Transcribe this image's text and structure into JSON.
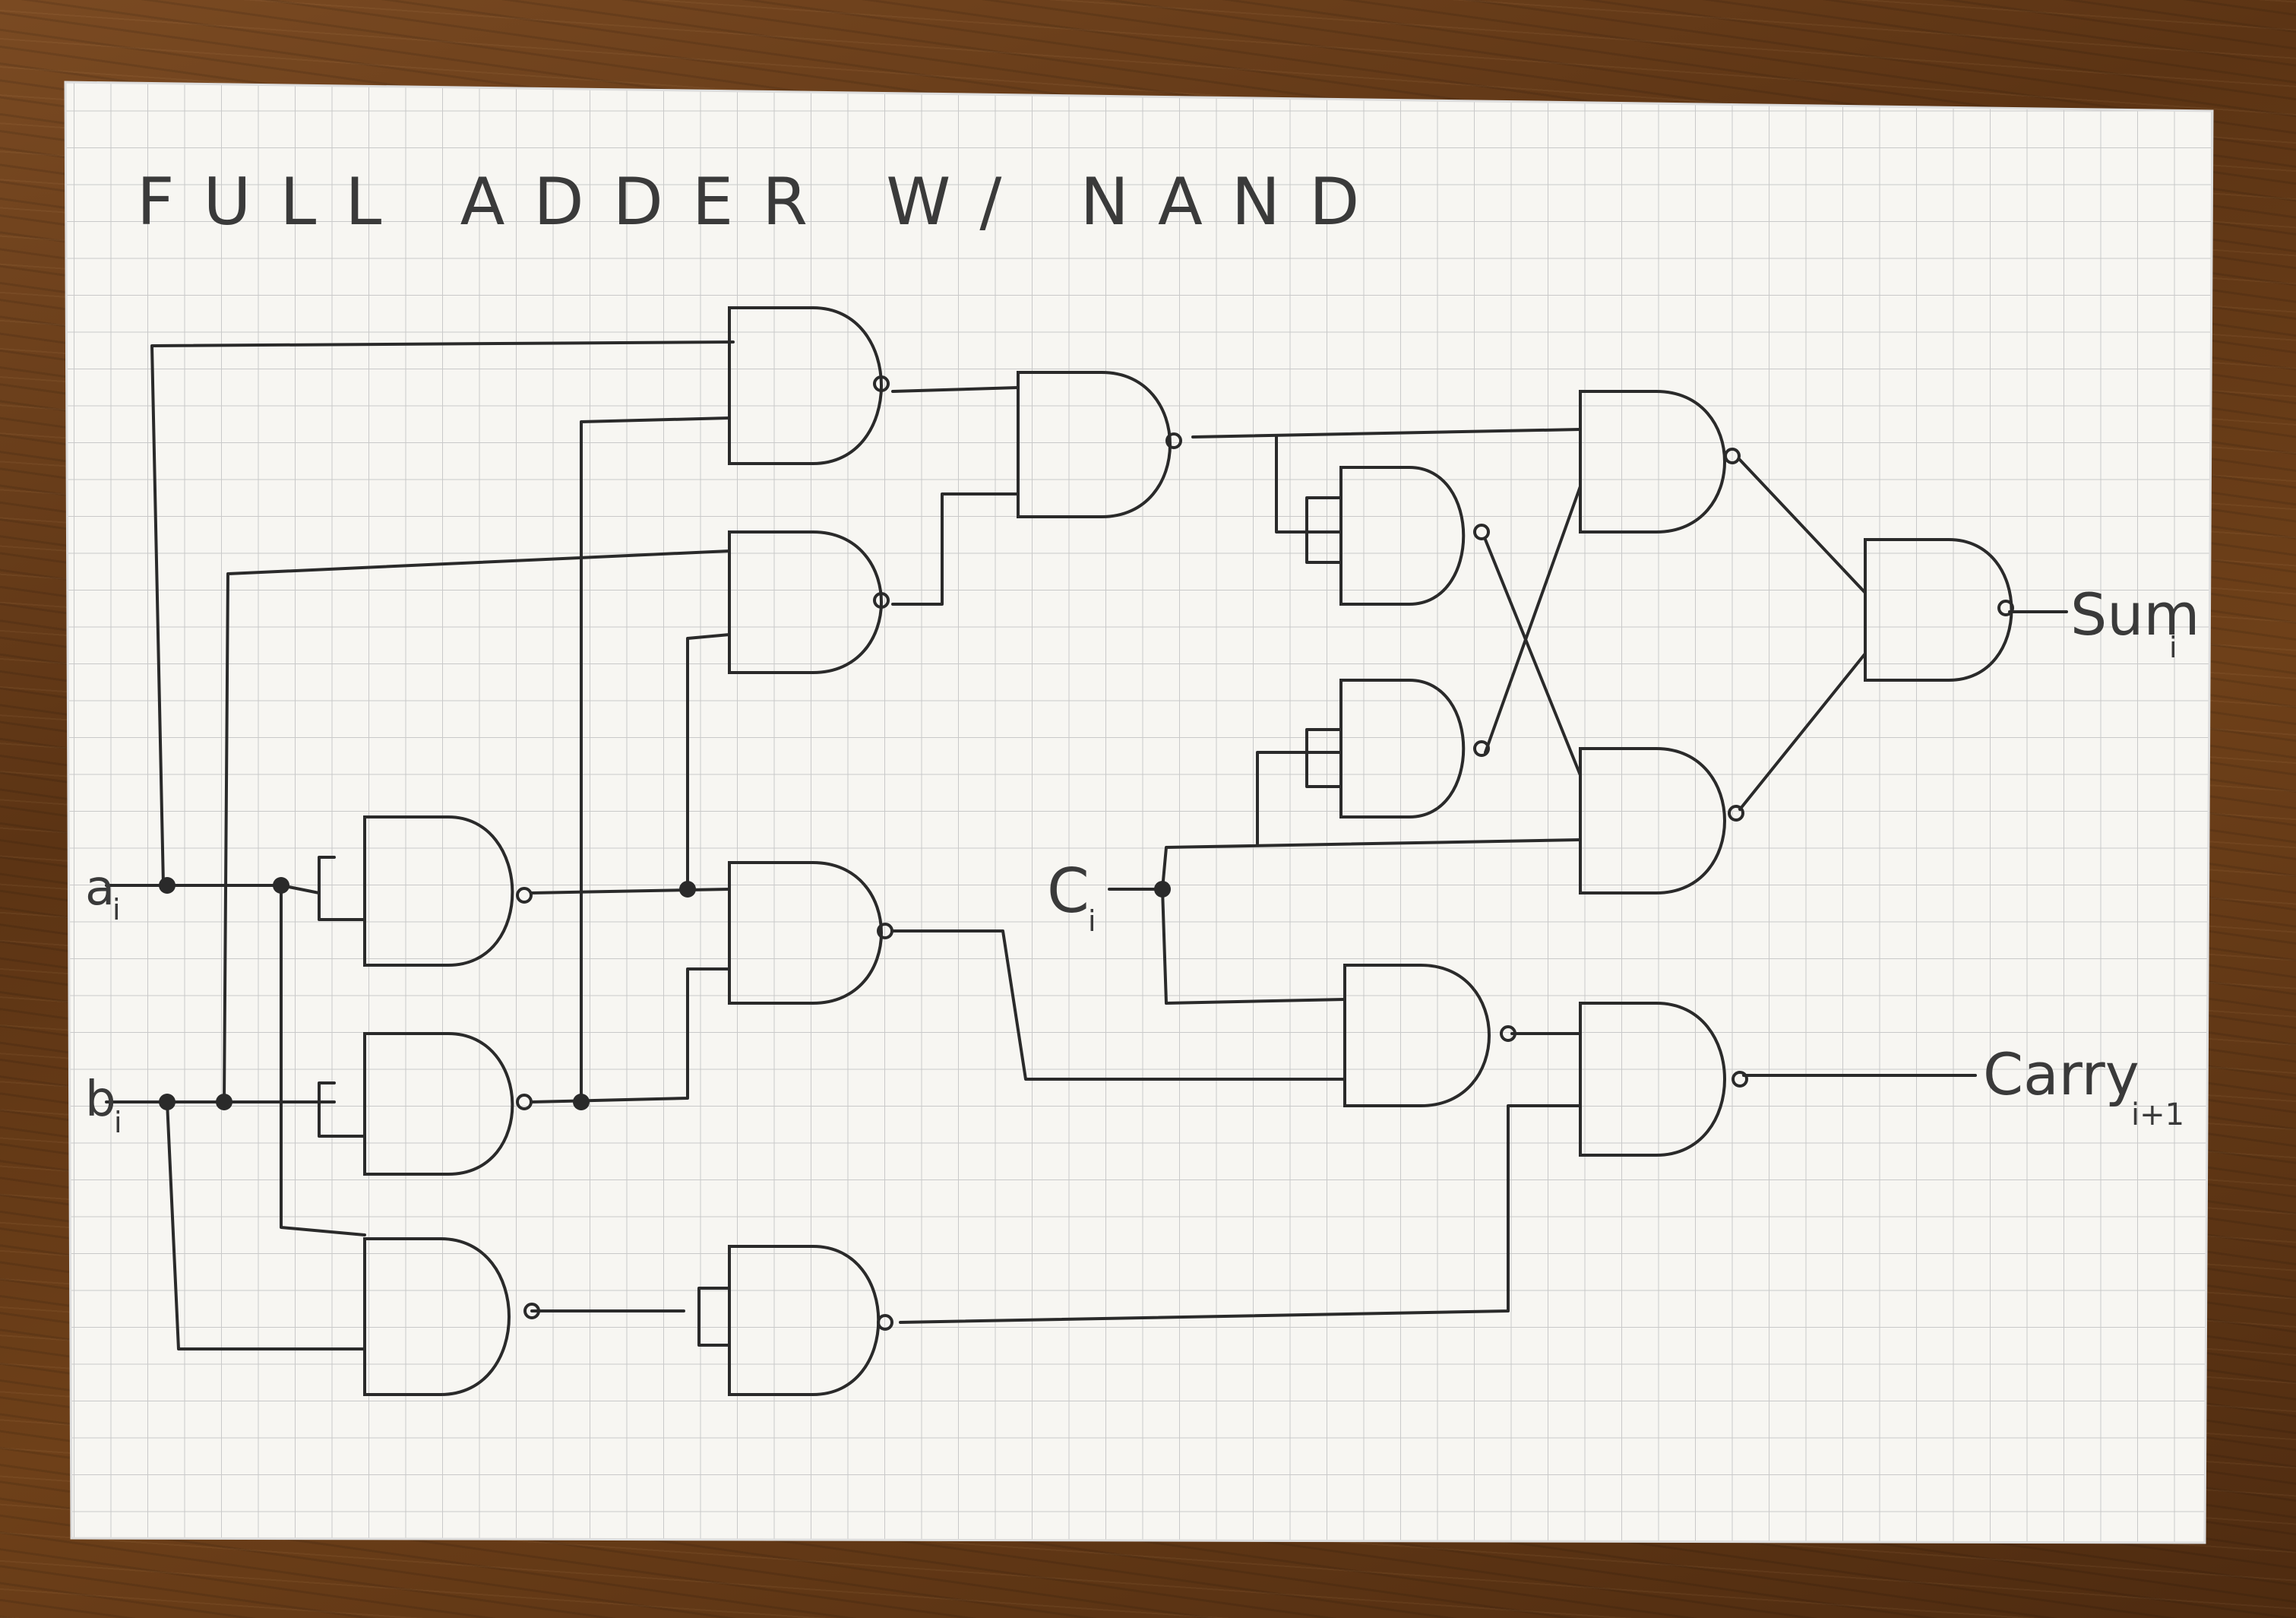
{
  "title": "FULL ADDER W/ NAND",
  "inputs": {
    "a": {
      "label": "a",
      "subscript": "i"
    },
    "b": {
      "label": "b",
      "subscript": "i"
    },
    "c": {
      "label": "C",
      "subscript": "i"
    }
  },
  "outputs": {
    "sum": {
      "label": "Sum",
      "subscript": "i"
    },
    "carry": {
      "label": "Carry",
      "subscript": "i+1"
    }
  }
}
